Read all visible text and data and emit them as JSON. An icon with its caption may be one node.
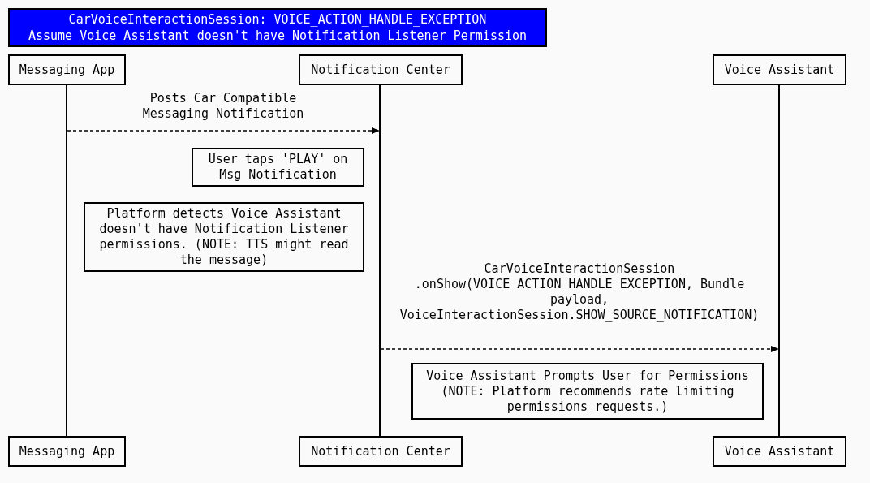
{
  "diagram": {
    "nodes": [
      {
        "text": [
          "CarVoiceInteractionSession: VOICE_ACTION_HANDLE_EXCEPTION",
          "Assume Voice Assistant doesn't have Notification Listener Permission"
        ]
      },
      {
        "text": [
          "Messaging App"
        ]
      },
      {
        "text": [
          "Notification Center"
        ]
      },
      {
        "text": [
          "Voice Assistant"
        ]
      },
      {
        "text": [
          "User taps 'PLAY' on Msg Notification"
        ]
      },
      {
        "text": [
          "Platform detects Voice Assistant doesn't have Notification Listener permissions. (NOTE: TTS might read the message)"
        ]
      },
      {
        "text": [
          "Voice Assistant Prompts User for Permissions (NOTE: Platform recommends rate limiting permissions requests.)"
        ]
      },
      {
        "text": [
          "Messaging App"
        ]
      },
      {
        "text": [
          "Notification Center"
        ]
      },
      {
        "text": [
          "Voice Assistant"
        ]
      },
      {
        "text": [],
        "shape": "bar"
      },
      {
        "text": [],
        "shape": "bar"
      },
      {
        "text": [],
        "shape": "bar"
      }
    ],
    "edges": [
      {
        "from": 10,
        "to": 11,
        "arrow": "to",
        "style": "dashed",
        "label": "Posts Car Compatible Messaging Notification"
      },
      {
        "from": 11,
        "to": 12,
        "arrow": "to",
        "style": "dashed",
        "label": "CarVoiceInteractionSession .onShow(VOICE_ACTION_HANDLE_EXCEPTION, Bundle payload, VoiceInteractionSession.SHOW_SOURCE_NOTIFICATION)"
      }
    ]
  }
}
